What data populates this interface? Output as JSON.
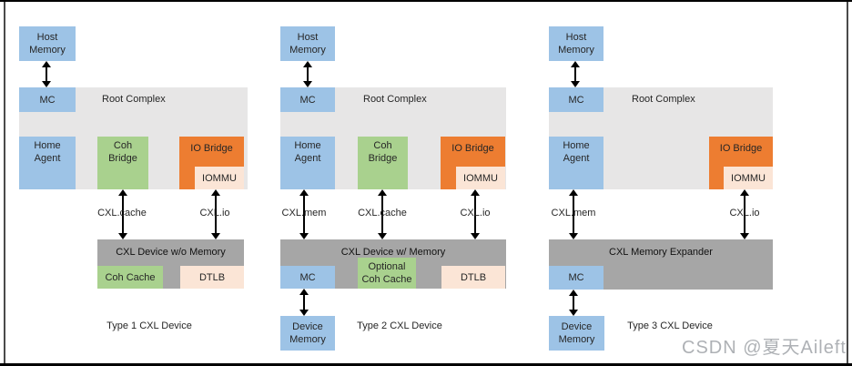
{
  "colors": {
    "blue": "#9DC3E6",
    "green": "#A9D18E",
    "orange": "#ED7D31",
    "peach": "#FBE5D6",
    "root_gray": "#E7E6E6",
    "device_gray": "#A6A6A6",
    "arrow_black": "#000000",
    "text": "#262626",
    "watermark_gray": "#AEB1B5",
    "frame_border": "#000000"
  },
  "panels": [
    {
      "title": "Type 1 CXL Device",
      "host_memory": "Host\nMemory",
      "mc": "MC",
      "root_complex": "Root Complex",
      "home_agent": "Home\nAgent",
      "coh_bridge": "Coh\nBridge",
      "io_bridge": "IO Bridge",
      "iommu": "IOMMU",
      "link_cache": "CXL.cache",
      "link_io": "CXL.io",
      "device_title": "CXL Device w/o Memory",
      "coh_cache": "Coh Cache",
      "dtlb": "DTLB"
    },
    {
      "title": "Type 2 CXL Device",
      "host_memory": "Host\nMemory",
      "mc": "MC",
      "root_complex": "Root Complex",
      "home_agent": "Home\nAgent",
      "coh_bridge": "Coh\nBridge",
      "io_bridge": "IO Bridge",
      "iommu": "IOMMU",
      "link_mem": "CXL.mem",
      "link_cache": "CXL.cache",
      "link_io": "CXL.io",
      "device_title": "CXL Device w/ Memory",
      "device_mc": "MC",
      "optional_coh_cache": "Optional\nCoh Cache",
      "dtlb": "DTLB",
      "device_memory": "Device\nMemory"
    },
    {
      "title": "Type 3 CXL Device",
      "host_memory": "Host\nMemory",
      "mc": "MC",
      "root_complex": "Root Complex",
      "home_agent": "Home\nAgent",
      "io_bridge": "IO Bridge",
      "iommu": "IOMMU",
      "link_mem": "CXL.mem",
      "link_io": "CXL.io",
      "device_title": "CXL Memory Expander",
      "device_mc": "MC",
      "device_memory": "Device\nMemory"
    }
  ],
  "watermark": "CSDN @夏天Aileft"
}
